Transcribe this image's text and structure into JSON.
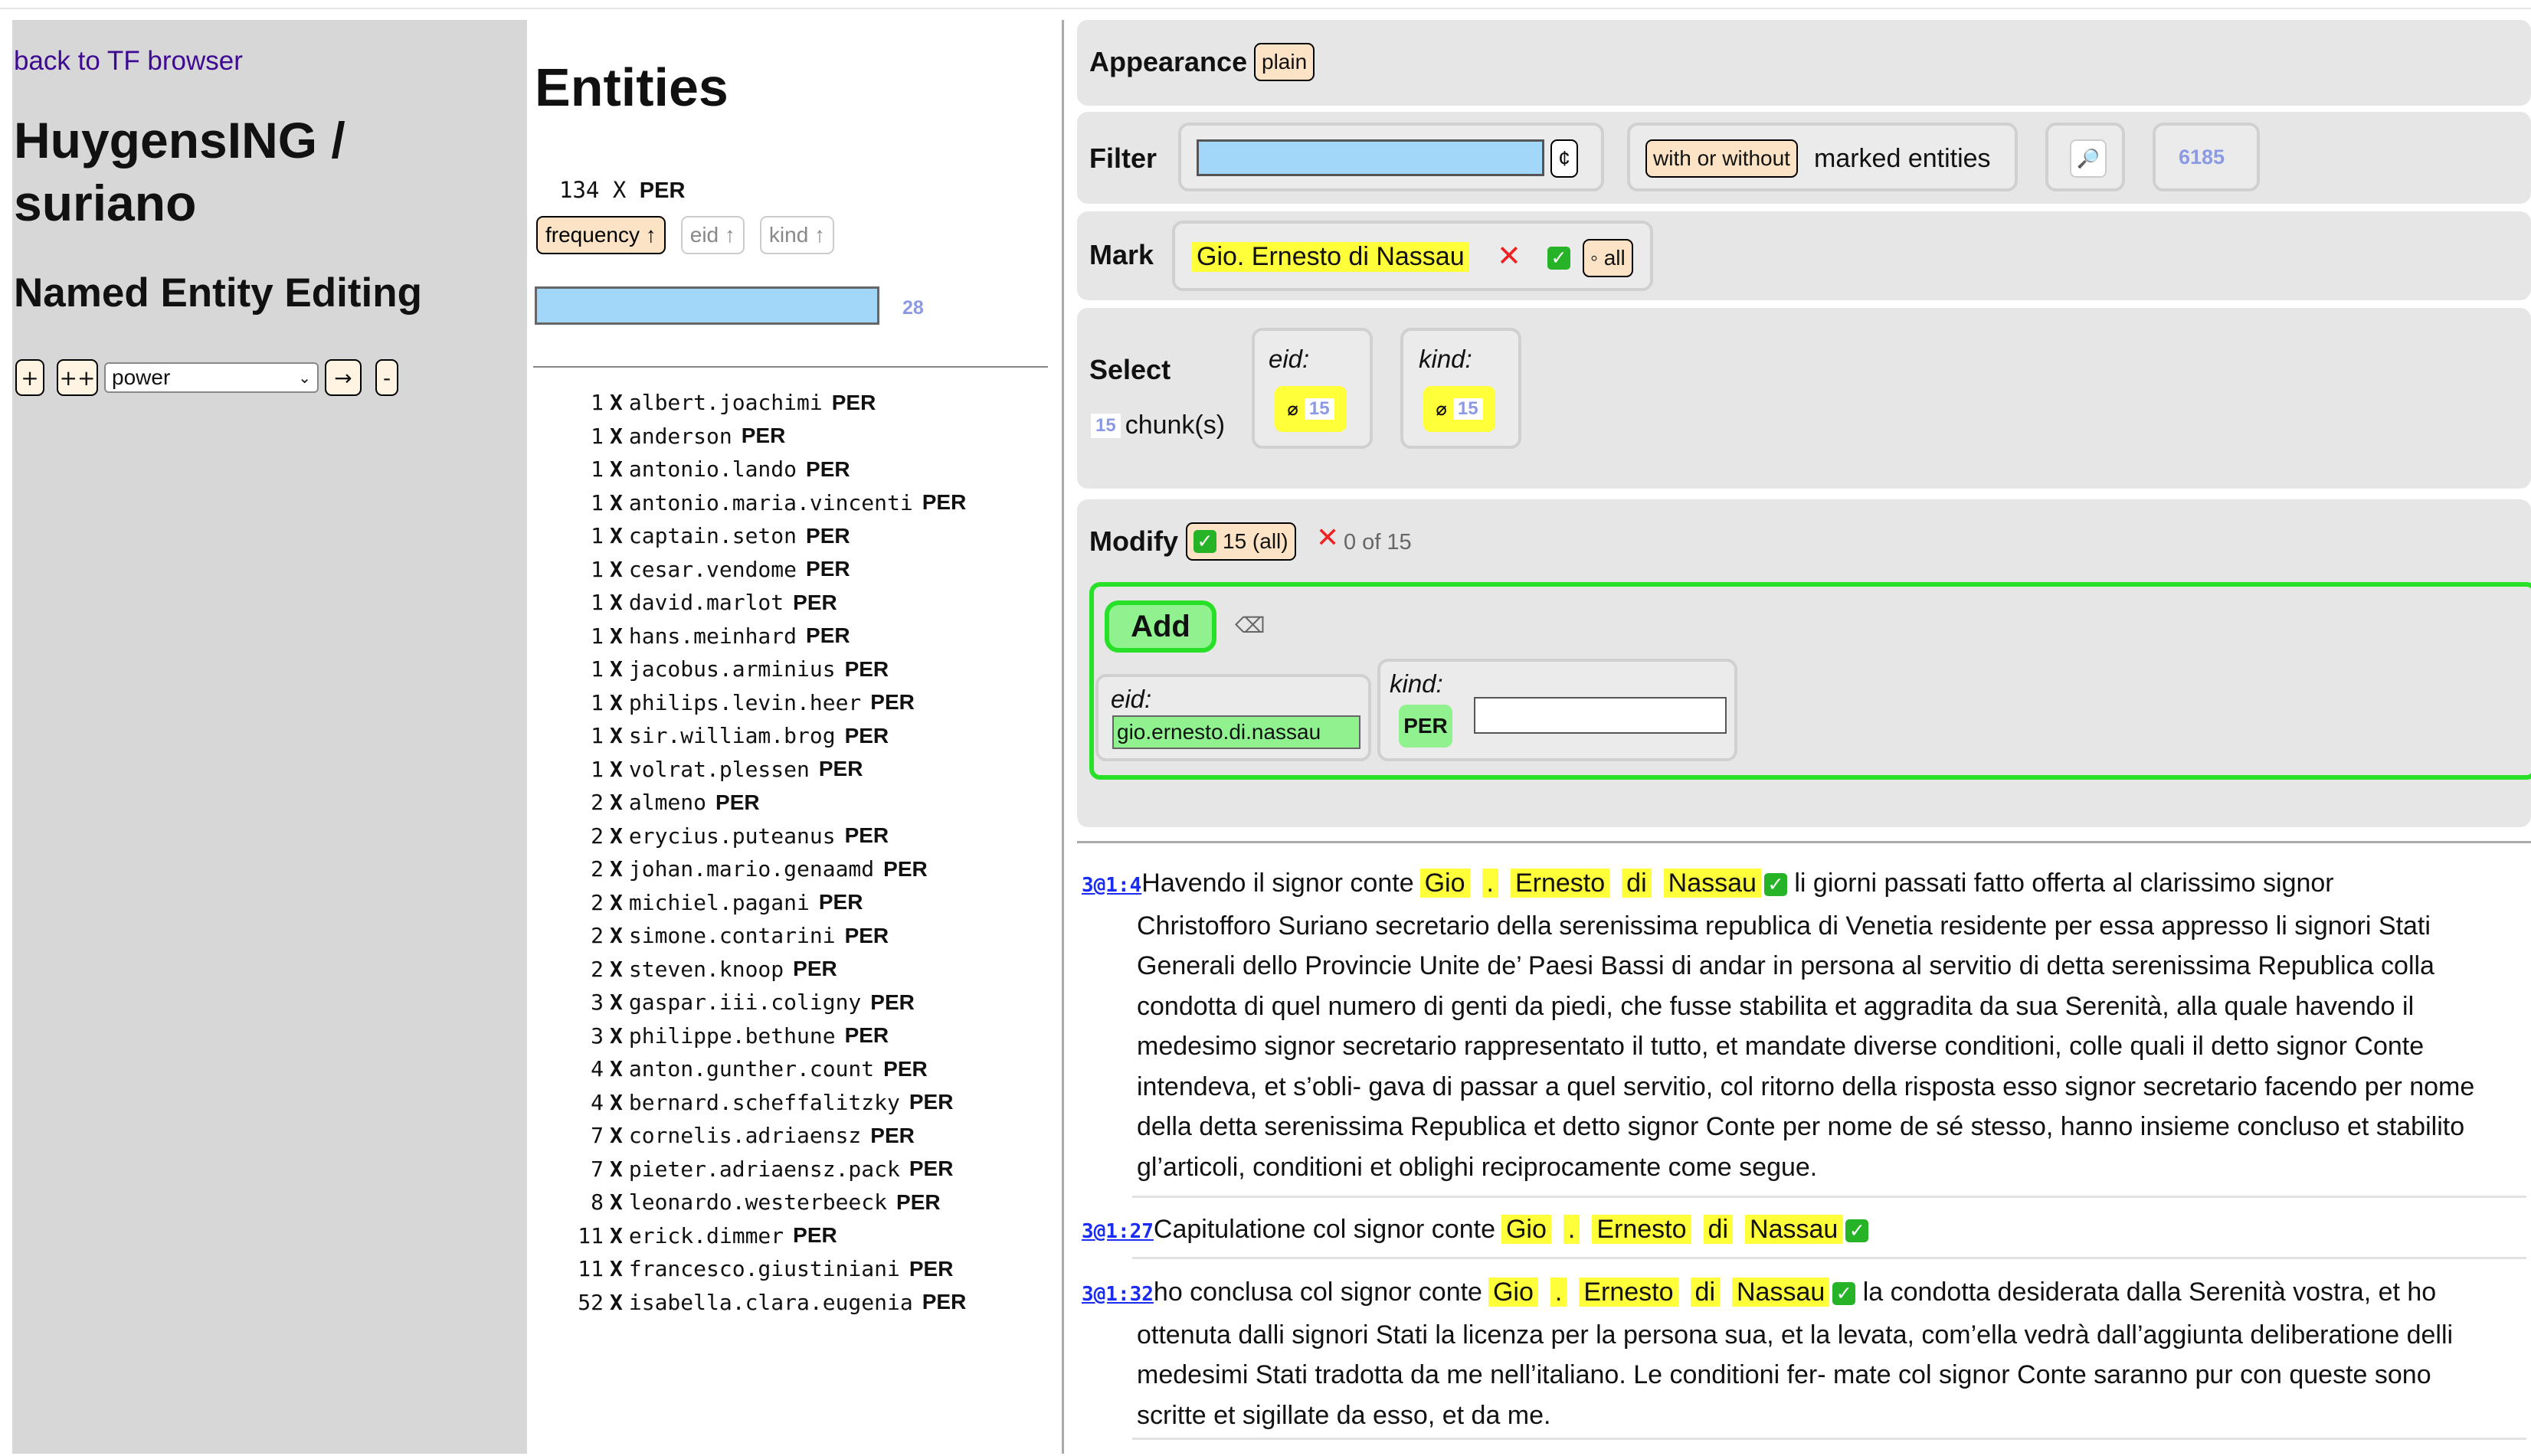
{
  "sidebar": {
    "back_link": "back to TF browser",
    "app_title": "HuygensING / suriano",
    "section_title": "Named Entity Editing",
    "buttons": {
      "plus": "+",
      "plusplus": "++",
      "arrow": "→",
      "minus": "-"
    },
    "mode_value": "power"
  },
  "entities": {
    "title": "Entities",
    "count_num": "134",
    "count_x": "X",
    "count_kind": "PER",
    "sort": {
      "frequency": "frequency ↑",
      "eid": "eid ↑",
      "kind": "kind ↑"
    },
    "search_count": "28",
    "list": [
      {
        "n": "1",
        "eid": "albert.joachimi",
        "kind": "PER"
      },
      {
        "n": "1",
        "eid": "anderson",
        "kind": "PER"
      },
      {
        "n": "1",
        "eid": "antonio.lando",
        "kind": "PER"
      },
      {
        "n": "1",
        "eid": "antonio.maria.vincenti",
        "kind": "PER"
      },
      {
        "n": "1",
        "eid": "captain.seton",
        "kind": "PER"
      },
      {
        "n": "1",
        "eid": "cesar.vendome",
        "kind": "PER"
      },
      {
        "n": "1",
        "eid": "david.marlot",
        "kind": "PER"
      },
      {
        "n": "1",
        "eid": "hans.meinhard",
        "kind": "PER"
      },
      {
        "n": "1",
        "eid": "jacobus.arminius",
        "kind": "PER"
      },
      {
        "n": "1",
        "eid": "philips.levin.heer",
        "kind": "PER"
      },
      {
        "n": "1",
        "eid": "sir.william.brog",
        "kind": "PER"
      },
      {
        "n": "1",
        "eid": "volrat.plessen",
        "kind": "PER"
      },
      {
        "n": "2",
        "eid": "almeno",
        "kind": "PER"
      },
      {
        "n": "2",
        "eid": "erycius.puteanus",
        "kind": "PER"
      },
      {
        "n": "2",
        "eid": "johan.mario.genaamd",
        "kind": "PER"
      },
      {
        "n": "2",
        "eid": "michiel.pagani",
        "kind": "PER"
      },
      {
        "n": "2",
        "eid": "simone.contarini",
        "kind": "PER"
      },
      {
        "n": "2",
        "eid": "steven.knoop",
        "kind": "PER"
      },
      {
        "n": "3",
        "eid": "gaspar.iii.coligny",
        "kind": "PER"
      },
      {
        "n": "3",
        "eid": "philippe.bethune",
        "kind": "PER"
      },
      {
        "n": "4",
        "eid": "anton.gunther.count",
        "kind": "PER"
      },
      {
        "n": "4",
        "eid": "bernard.scheffalitzky",
        "kind": "PER"
      },
      {
        "n": "7",
        "eid": "cornelis.adriaensz",
        "kind": "PER"
      },
      {
        "n": "7",
        "eid": "pieter.adriaensz.pack",
        "kind": "PER"
      },
      {
        "n": "8",
        "eid": "leonardo.westerbeeck",
        "kind": "PER"
      },
      {
        "n": "11",
        "eid": "erick.dimmer",
        "kind": "PER"
      },
      {
        "n": "11",
        "eid": "francesco.giustiniani",
        "kind": "PER"
      },
      {
        "n": "52",
        "eid": "isabella.clara.eugenia",
        "kind": "PER"
      }
    ]
  },
  "appearance": {
    "label": "Appearance",
    "mode": "plain"
  },
  "filter": {
    "label": "Filter",
    "clear": "¢",
    "with_btn": "with or without",
    "marked_text": "marked entities",
    "search_icon": "🔎",
    "count": "6185"
  },
  "mark": {
    "label": "Mark",
    "entity": "Gio. Ernesto di Nassau",
    "x": "✕",
    "check": "✓",
    "all_btn": "◦ all"
  },
  "select": {
    "label": "Select",
    "chunk_count": "15",
    "chunk_text": "chunk(s)",
    "eid_label": "eid:",
    "kind_label": "kind:",
    "empty_symbol": "⌀",
    "eid_count": "15",
    "kind_count": "15"
  },
  "modify": {
    "label": "Modify",
    "all_btn": "15 (all)",
    "none_text": "0 of 15",
    "add_btn": "Add",
    "clear_icon": "⌫",
    "eid_label": "eid:",
    "eid_value": "gio.ernesto.di.nassau",
    "kind_label": "kind:",
    "kind_value": "PER"
  },
  "text": {
    "p1": {
      "ref": "3@1:4",
      "pre": "Havendo il signor conte",
      "tokens": [
        "Gio",
        ".",
        "Ernesto",
        "di",
        "Nassau"
      ],
      "post": "li giorni passati fatto offerta al clarissimo signor",
      "lines": [
        "Christofforo Suriano secretario della serenissima republica di Venetia residente per essa appresso li signori Stati",
        "Generali dello Provincie Unite de’ Paesi Bassi di andar in persona al servitio di detta serenissima Republica colla",
        "condotta di quel numero di genti da piedi, che fusse stabilita et aggradita da sua Serenità, alla quale havendo il",
        "medesimo signor secretario rappresentato il tutto, et mandate diverse conditioni, colle quali il detto signor Conte",
        "intendeva, et s’obli- gava di passar a quel servitio, col ritorno della risposta esso signor secretario facendo per nome",
        "della detta serenissima Republica et detto signor Conte per nome de sé stesso, hanno insieme concluso et stabilito",
        "gl’articoli, conditioni et oblighi reciprocamente come segue."
      ]
    },
    "p2": {
      "ref": "3@1:27",
      "pre": "Capitulatione col signor conte",
      "tokens": [
        "Gio",
        ".",
        "Ernesto",
        "di",
        "Nassau"
      ]
    },
    "p3": {
      "ref": "3@1:32",
      "pre": "ho conclusa col signor conte",
      "tokens": [
        "Gio",
        ".",
        "Ernesto",
        "di",
        "Nassau"
      ],
      "post": "la condotta desiderata dalla Serenità vostra, et ho",
      "lines": [
        "ottenuta dalli signori Stati la licenza per la persona sua, et la levata, com’ella vedrà dall’aggiunta deliberatione delli",
        "medesimi Stati tradotta da me nell’italiano. Le conditioni fer- mate col signor Conte saranno pur con queste sono",
        "scritte et sigillate da esso, et da me."
      ]
    }
  },
  "colors": {
    "sidebar_bg": "#d7d7d7",
    "highlight": "#ffff3a",
    "search_fill": "#a2d7fa",
    "green_border": "#29e029",
    "link": "#1a2cf0"
  }
}
